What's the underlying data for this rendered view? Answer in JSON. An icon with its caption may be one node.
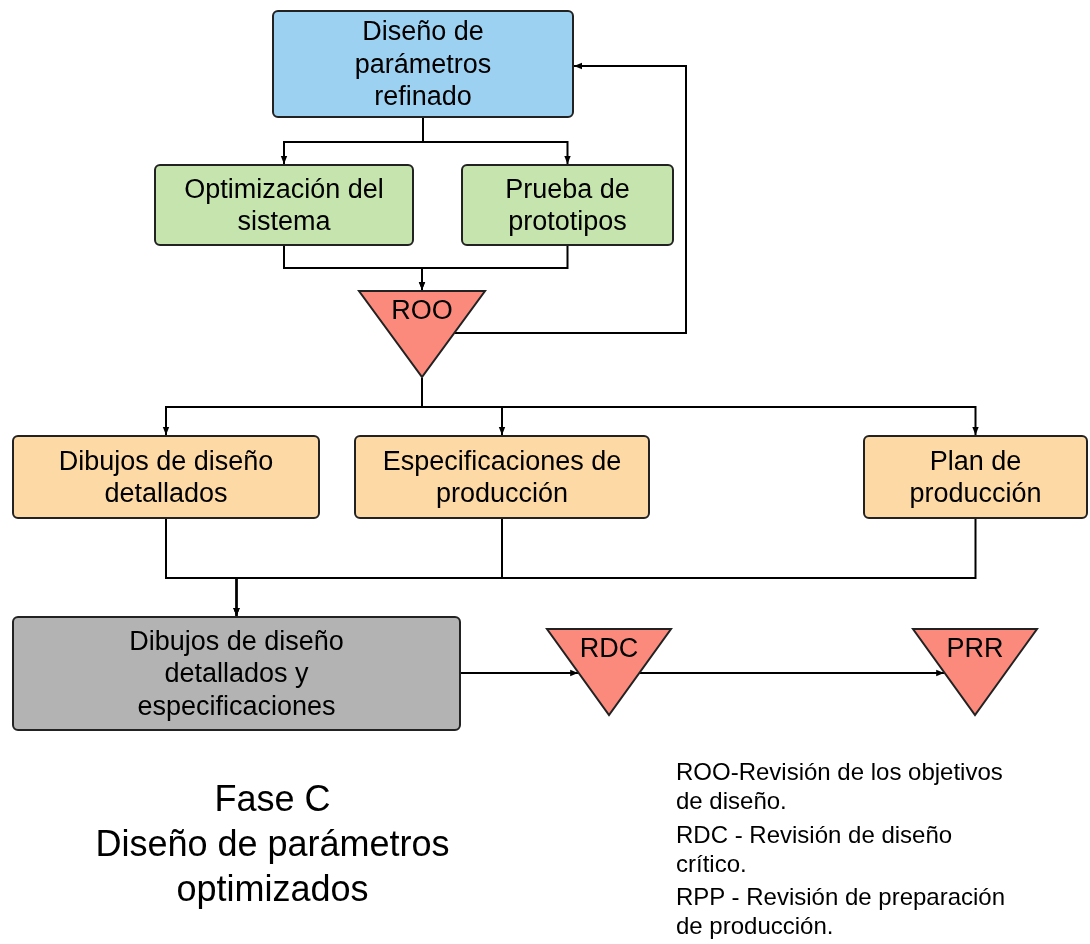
{
  "diagram": {
    "nodes": [
      {
        "text": [
          "Diseño de parámetros refinado"
        ]
      },
      {
        "text": [
          "Optimización del sistema"
        ]
      },
      {
        "text": [
          "Prueba de prototipos"
        ]
      },
      {
        "text": [
          "ROO"
        ]
      },
      {
        "text": [
          "Dibujos de diseño detallados"
        ]
      },
      {
        "text": [
          "Especificaciones de producción"
        ]
      },
      {
        "text": [
          "Plan de producción"
        ]
      },
      {
        "text": [
          "Dibujos de diseño detallados y especificaciones"
        ]
      },
      {
        "text": [
          "RDC"
        ]
      },
      {
        "text": [
          "PRR"
        ]
      }
    ],
    "edges": [
      {
        "from": 0,
        "to": 1,
        "arrow": "to"
      },
      {
        "from": 0,
        "to": 2,
        "arrow": "to"
      },
      {
        "from": 1,
        "to": 3,
        "arrow": "to"
      },
      {
        "from": 2,
        "to": 3,
        "arrow": "to"
      },
      {
        "from": 3,
        "to": 0,
        "arrow": "to"
      },
      {
        "from": 3,
        "to": 4,
        "arrow": "to"
      },
      {
        "from": 3,
        "to": 5,
        "arrow": "to"
      },
      {
        "from": 3,
        "to": 6,
        "arrow": "to"
      },
      {
        "from": 4,
        "to": 7,
        "arrow": "to"
      },
      {
        "from": 5,
        "to": 7,
        "arrow": "to"
      },
      {
        "from": 6,
        "to": 7,
        "arrow": "to"
      },
      {
        "from": 7,
        "to": 8,
        "arrow": "to"
      },
      {
        "from": 8,
        "to": 9,
        "arrow": "to"
      }
    ],
    "labels": [
      "Fase C",
      "Diseño de parámetros optimizados",
      "ROO-Revisión de los objetivos de diseño.",
      "RDC - Revisión de diseño crítico.",
      "RPP - Revisión de preparación de producción."
    ]
  }
}
